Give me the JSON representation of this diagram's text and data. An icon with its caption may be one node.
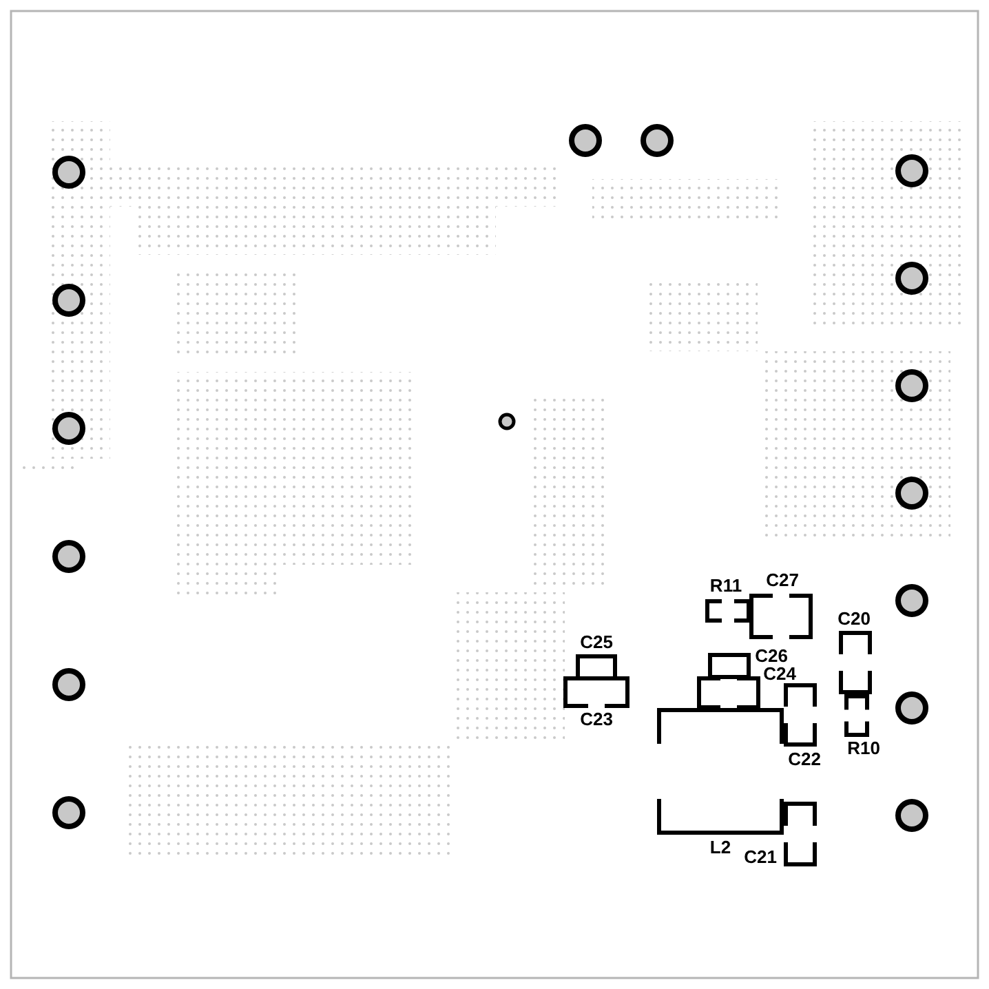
{
  "diagram": {
    "nodes": [
      {
        "text": [
          "R11"
        ]
      },
      {
        "text": [
          "C27"
        ]
      },
      {
        "text": [
          "C20"
        ]
      },
      {
        "text": [
          "C25"
        ]
      },
      {
        "text": [
          "C26"
        ]
      },
      {
        "text": [
          "C24"
        ]
      },
      {
        "text": [
          "C23"
        ]
      },
      {
        "text": [
          "C22"
        ]
      },
      {
        "text": [
          "R10"
        ]
      },
      {
        "text": [
          "L2"
        ]
      },
      {
        "text": [
          "C21"
        ]
      }
    ]
  }
}
